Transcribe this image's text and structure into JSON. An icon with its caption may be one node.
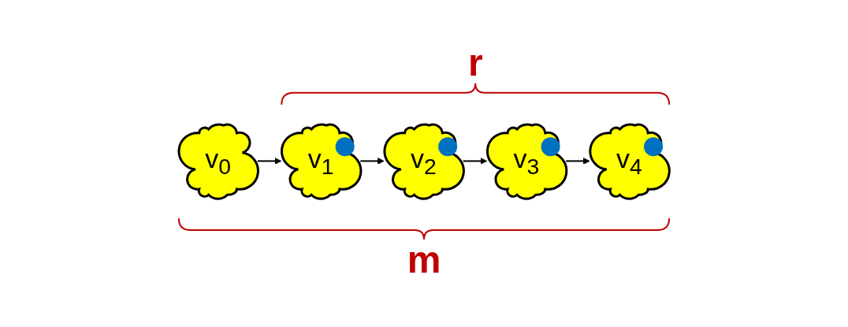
{
  "diagram": {
    "nodes": [
      {
        "text": [
          "v$_{0}$"
        ]
      },
      {
        "text": [
          "v$_{1}$"
        ]
      },
      {
        "text": [
          "v$_{2}$"
        ]
      },
      {
        "text": [
          "v$_{3}$"
        ]
      },
      {
        "text": [
          "v$_{4}$"
        ]
      }
    ],
    "edges": [
      {
        "from": 0,
        "to": 1,
        "arrow": "to"
      },
      {
        "from": 1,
        "to": 2,
        "arrow": "to"
      },
      {
        "from": 2,
        "to": 3,
        "arrow": "to"
      },
      {
        "from": 3,
        "to": 4,
        "arrow": "to"
      }
    ],
    "labels": [
      "r",
      "m"
    ]
  }
}
